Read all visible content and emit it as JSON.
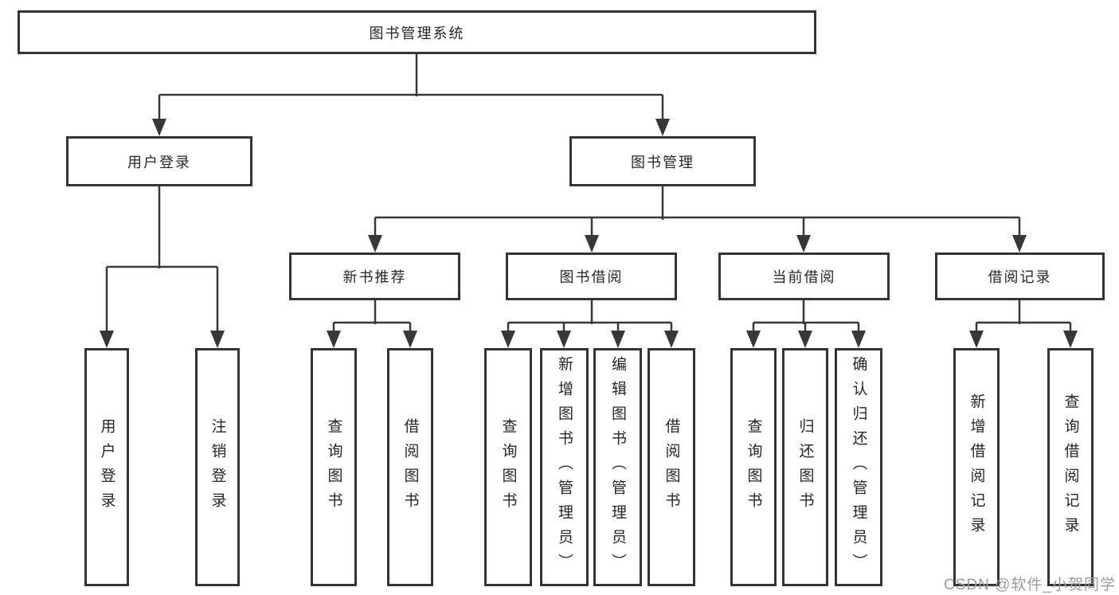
{
  "colors": {
    "background": "#ffffff",
    "line": "#383838",
    "box_border": "#343434",
    "text": "#262626",
    "watermark": "#9c9c9c"
  },
  "diagram": {
    "root": {
      "label": "图书管理系统"
    },
    "branches": [
      {
        "label": "用户登录",
        "children": [
          {
            "label": "用户登录"
          },
          {
            "label": "注销登录"
          }
        ]
      },
      {
        "label": "图书管理",
        "children": [
          {
            "label": "新书推荐",
            "children": [
              {
                "label": "查询图书"
              },
              {
                "label": "借阅图书"
              }
            ]
          },
          {
            "label": "图书借阅",
            "children": [
              {
                "label": "查询图书"
              },
              {
                "label": "新增图书（管理员）"
              },
              {
                "label": "编辑图书（管理员）"
              },
              {
                "label": "借阅图书"
              }
            ]
          },
          {
            "label": "当前借阅",
            "children": [
              {
                "label": "查询图书"
              },
              {
                "label": "归还图书"
              },
              {
                "label": "确认归还（管理员）"
              }
            ]
          },
          {
            "label": "借阅记录",
            "children": [
              {
                "label": "新增借阅记录"
              },
              {
                "label": "查询借阅记录"
              }
            ]
          }
        ]
      }
    ]
  },
  "watermark": {
    "text": "CSDN @软件_小贺同学"
  }
}
